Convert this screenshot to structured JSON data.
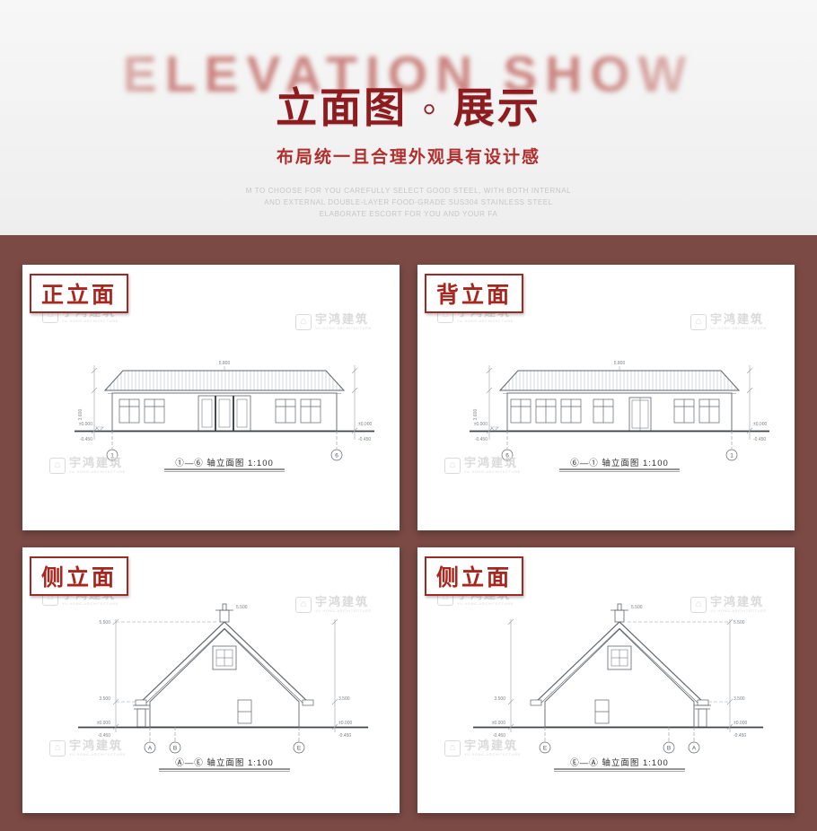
{
  "hero": {
    "bg_text": "ELEVATION SHOW",
    "title": "立面图 ◦ 展示",
    "subtitle": "布局统一且合理外观具有设计感",
    "desc_lines": [
      "M TO CHOOSE FOR YOU CAREFULLY SELECT GOOD STEEL, WITH BOTH INTERNAL",
      "AND EXTERNAL DOUBLE-LAYER FOOD-GRADE SUS304 STAINLESS STEEL",
      "ELABORATE ESCORT FOR YOU AND YOUR FA"
    ]
  },
  "watermark": {
    "icon": "⌂",
    "name": "宇鸿建筑",
    "sub": "YU HONG ARCHITECTURE"
  },
  "colors": {
    "band_maroon": "#7b4a45",
    "title_red": "#8e1c1f",
    "label_red": "#a7261e"
  },
  "cards": [
    {
      "label": "正立面",
      "caption": "①—⑥ 轴立面图  1:100",
      "bubbles": [
        "1",
        "6"
      ]
    },
    {
      "label": "背立面",
      "caption": "⑥—① 轴立面图  1:100",
      "bubbles": [
        "6",
        "1"
      ]
    },
    {
      "label": "侧立面",
      "caption": "Ⓐ—Ⓔ 轴立面图  1:100",
      "bubbles": [
        "A",
        "B",
        "E"
      ]
    },
    {
      "label": "侧立面",
      "caption": "Ⓔ—Ⓐ 轴立面图  1:100",
      "bubbles": [
        "E",
        "B",
        "A"
      ]
    }
  ],
  "dims": {
    "front": {
      "ridge": "5.800",
      "height": "3.600",
      "ground": "±0.000",
      "below": "-0.450"
    },
    "side": {
      "apex": "5.500",
      "eave": "3.500",
      "ground": "±0.000",
      "below": "-0.450"
    }
  }
}
